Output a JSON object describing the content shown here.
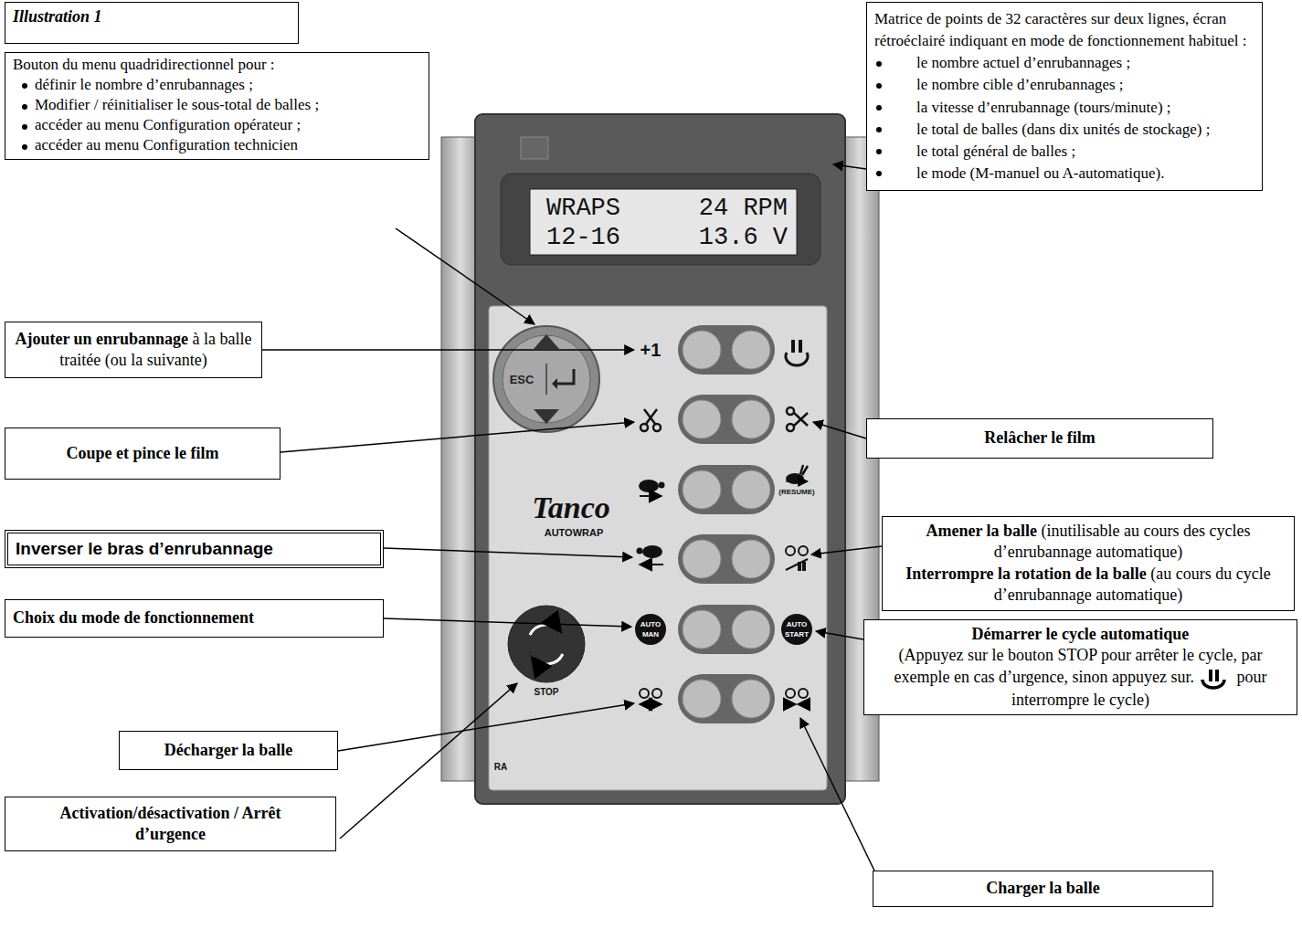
{
  "diagram": {
    "nodes": [
      {
        "text": [
          "Illustration 1"
        ]
      },
      {
        "text": [
          "Bouton du menu quadridirectionnel pour :",
          "définir le nombre d’enrubannages ;",
          "Modifier / réinitialiser le sous-total de balles ;",
          "accéder au menu Configuration opérateur ;",
          "accéder au menu Configuration technicien"
        ]
      },
      {
        "text": [
          "Matrice de points de 32 caractères sur deux lignes, écran rétroéclairé indiquant en mode de fonctionnement habituel :",
          "le nombre actuel d’enrubannages ;",
          "le nombre cible d’enrubannages ;",
          "la vitesse d’enrubannage (tours/minute) ;",
          "le total de balles (dans dix unités de stockage) ;",
          "le total général de balles ;",
          "le mode (M-manuel ou A-automatique)."
        ]
      },
      {
        "text": [
          "Ajouter un enrubannage",
          "à la balle traitée (ou la suivante)"
        ]
      },
      {
        "text": [
          "Coupe et pince le film"
        ]
      },
      {
        "text": [
          "Relâcher le film"
        ]
      },
      {
        "text": [
          "Amener la balle",
          "(inutilisable au cours des cycles d’enrubannage automatique)",
          "Interrompre la rotation de la balle",
          "(au cours du cycle d’enrubannage automatique)"
        ]
      },
      {
        "text": [
          "Inverser le bras d’enrubannage"
        ]
      },
      {
        "text": [
          "Choix du mode de fonctionnement"
        ]
      },
      {
        "text": [
          "Démarrer le cycle automatique",
          "(Appuyez sur le bouton STOP pour arrêter le cycle, par exemple en cas d’urgence, sinon appuyez sur.",
          "pour interrompre le cycle)"
        ]
      },
      {
        "text": [
          "Décharger la balle"
        ]
      },
      {
        "text": [
          "Charger la balle"
        ]
      },
      {
        "text": [
          "Activation/désactivation / Arrêt d’urgence"
        ]
      }
    ],
    "labels": [
      "WRAPS",
      "24 RPM",
      "12-16",
      "13.6 V",
      "ESC",
      "+1",
      "(RESUME)",
      "Tanco",
      "AUTOWRAP",
      "AUTO",
      "MAN",
      "AUTO",
      "START",
      "STOP",
      "RA"
    ]
  }
}
